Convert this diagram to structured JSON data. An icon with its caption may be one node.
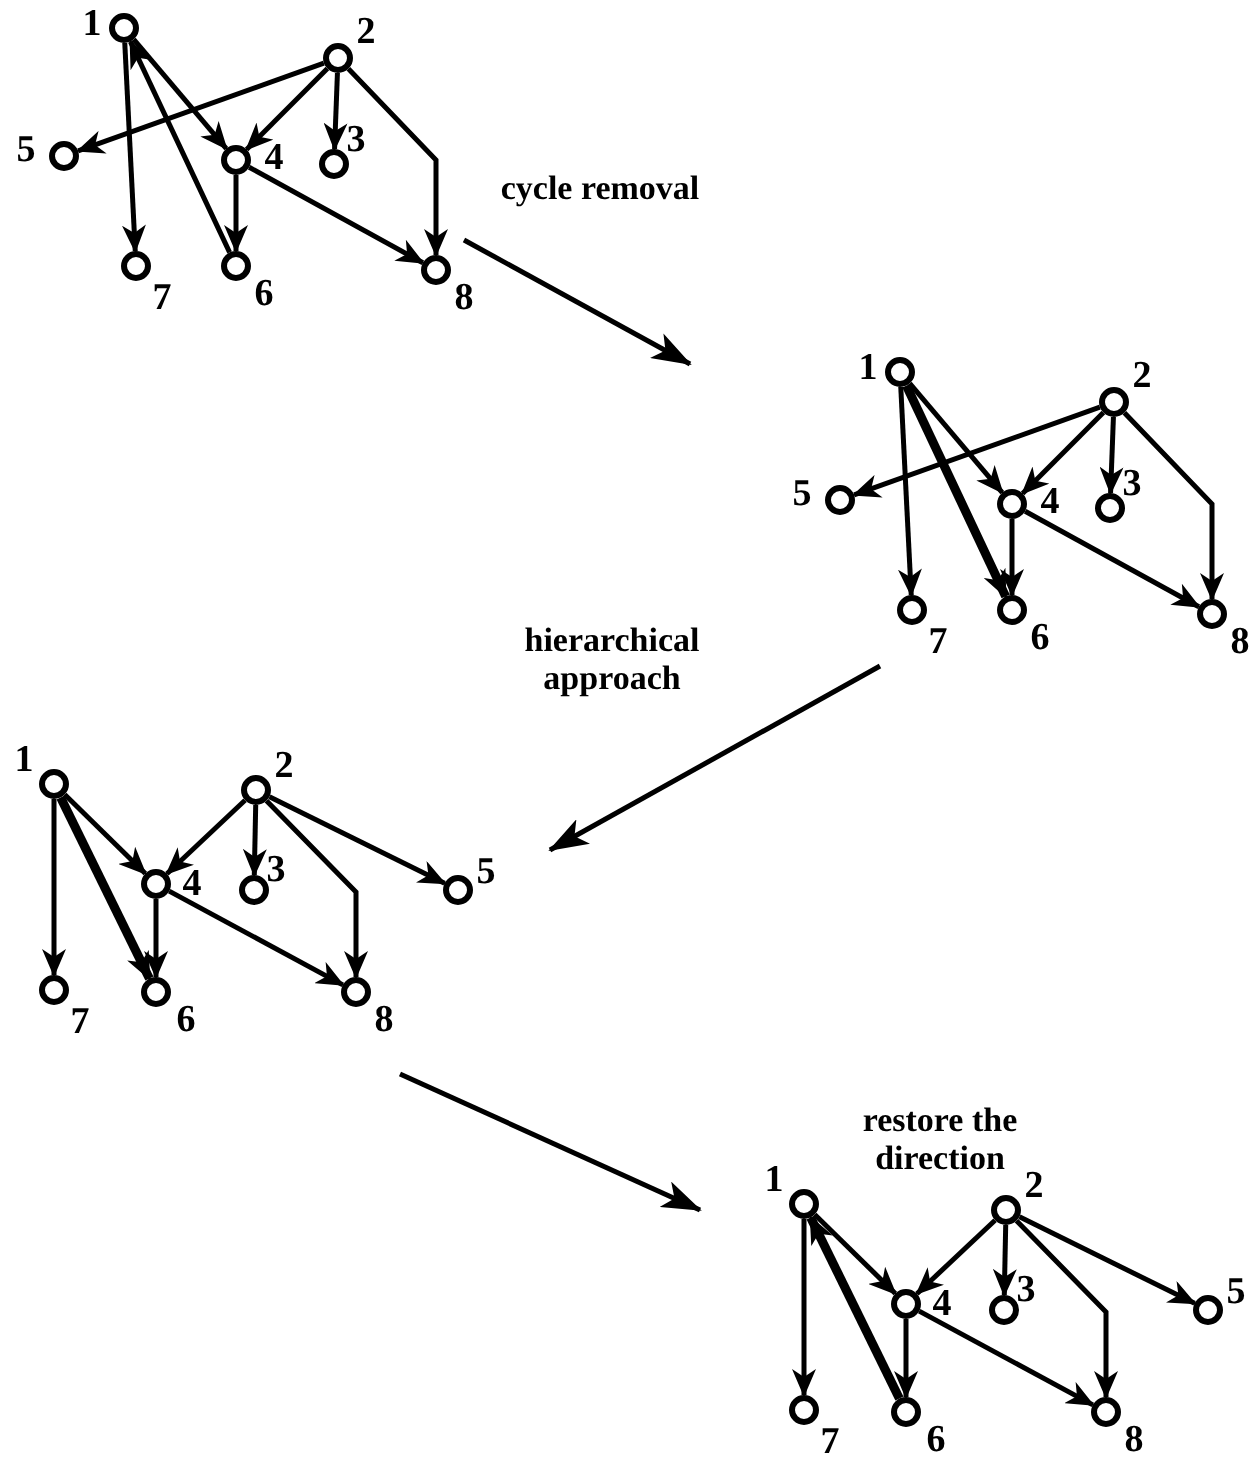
{
  "diagram": {
    "nodes": [
      {
        "text": [
          "1"
        ]
      },
      {
        "text": [
          "2"
        ]
      },
      {
        "text": [
          "3"
        ]
      },
      {
        "text": [
          "4"
        ]
      },
      {
        "text": [
          "5"
        ]
      },
      {
        "text": [
          "6"
        ]
      },
      {
        "text": [
          "7"
        ]
      },
      {
        "text": [
          "8"
        ]
      },
      {
        "text": [
          "1"
        ]
      },
      {
        "text": [
          "2"
        ]
      },
      {
        "text": [
          "3"
        ]
      },
      {
        "text": [
          "4"
        ]
      },
      {
        "text": [
          "5"
        ]
      },
      {
        "text": [
          "6"
        ]
      },
      {
        "text": [
          "7"
        ]
      },
      {
        "text": [
          "8"
        ]
      },
      {
        "text": [
          "1"
        ]
      },
      {
        "text": [
          "2"
        ]
      },
      {
        "text": [
          "3"
        ]
      },
      {
        "text": [
          "4"
        ]
      },
      {
        "text": [
          "5"
        ]
      },
      {
        "text": [
          "6"
        ]
      },
      {
        "text": [
          "7"
        ]
      },
      {
        "text": [
          "8"
        ]
      },
      {
        "text": [
          "1"
        ]
      },
      {
        "text": [
          "2"
        ]
      },
      {
        "text": [
          "3"
        ]
      },
      {
        "text": [
          "4"
        ]
      },
      {
        "text": [
          "5"
        ]
      },
      {
        "text": [
          "6"
        ]
      },
      {
        "text": [
          "7"
        ]
      },
      {
        "text": [
          "8"
        ]
      }
    ],
    "edges": [
      {
        "from": 0,
        "to": 6,
        "arrow": "to"
      },
      {
        "from": 5,
        "to": 0,
        "arrow": "to"
      },
      {
        "from": 0,
        "to": 3,
        "arrow": "to"
      },
      {
        "from": 1,
        "to": 4,
        "arrow": "to"
      },
      {
        "from": 1,
        "to": 3,
        "arrow": "to"
      },
      {
        "from": 1,
        "to": 2,
        "arrow": "to"
      },
      {
        "from": 1,
        "to": 7,
        "arrow": "to"
      },
      {
        "from": 3,
        "to": 5,
        "arrow": "to"
      },
      {
        "from": 3,
        "to": 7,
        "arrow": "to"
      },
      {
        "from": 8,
        "to": 14,
        "arrow": "to"
      },
      {
        "from": 8,
        "to": 13,
        "arrow": "to",
        "style": "thick"
      },
      {
        "from": 8,
        "to": 11,
        "arrow": "to"
      },
      {
        "from": 9,
        "to": 12,
        "arrow": "to"
      },
      {
        "from": 9,
        "to": 11,
        "arrow": "to"
      },
      {
        "from": 9,
        "to": 10,
        "arrow": "to"
      },
      {
        "from": 9,
        "to": 15,
        "arrow": "to"
      },
      {
        "from": 11,
        "to": 13,
        "arrow": "to"
      },
      {
        "from": 11,
        "to": 15,
        "arrow": "to"
      },
      {
        "from": 16,
        "to": 22,
        "arrow": "to"
      },
      {
        "from": 16,
        "to": 21,
        "arrow": "to",
        "style": "thick"
      },
      {
        "from": 16,
        "to": 19,
        "arrow": "to"
      },
      {
        "from": 17,
        "to": 20,
        "arrow": "to"
      },
      {
        "from": 17,
        "to": 19,
        "arrow": "to"
      },
      {
        "from": 17,
        "to": 18,
        "arrow": "to"
      },
      {
        "from": 17,
        "to": 23,
        "arrow": "to"
      },
      {
        "from": 19,
        "to": 21,
        "arrow": "to"
      },
      {
        "from": 19,
        "to": 23,
        "arrow": "to"
      },
      {
        "from": 24,
        "to": 30,
        "arrow": "to"
      },
      {
        "from": 29,
        "to": 24,
        "arrow": "to",
        "style": "thick"
      },
      {
        "from": 24,
        "to": 27,
        "arrow": "to"
      },
      {
        "from": 25,
        "to": 28,
        "arrow": "to"
      },
      {
        "from": 25,
        "to": 27,
        "arrow": "to"
      },
      {
        "from": 25,
        "to": 26,
        "arrow": "to"
      },
      {
        "from": 25,
        "to": 31,
        "arrow": "to"
      },
      {
        "from": 27,
        "to": 29,
        "arrow": "to"
      },
      {
        "from": 27,
        "to": 31,
        "arrow": "to"
      }
    ],
    "labels": [
      "cycle removal",
      "hierarchical approach",
      "restore the direction"
    ]
  }
}
